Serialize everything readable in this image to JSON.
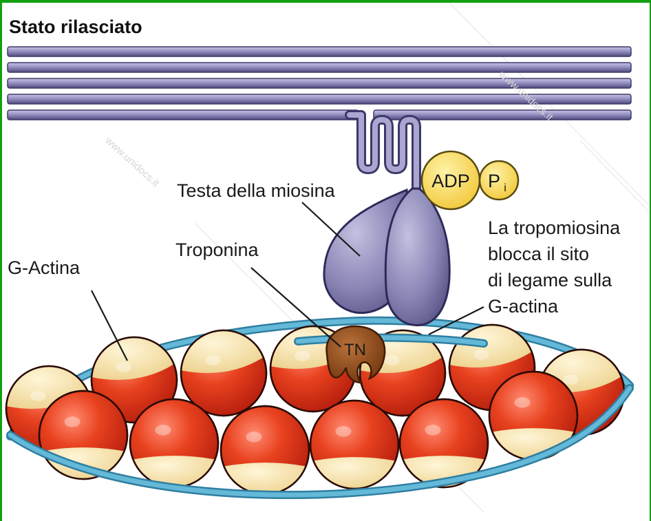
{
  "title": "Stato rilasciato",
  "labels": {
    "myosin_head": "Testa della miosina",
    "troponin": "Troponina",
    "g_actin": "G-Actina",
    "tropomyosin_line1": "La tropomiosina",
    "tropomyosin_line2": "blocca il sito",
    "tropomyosin_line3": "di legame sulla",
    "tropomyosin_line4": "G-actina"
  },
  "molecules": {
    "adp": "ADP",
    "pi": "P",
    "pi_subscript": "i",
    "tn": "TN"
  },
  "watermark": "www.unidocs.it",
  "colors": {
    "frame": "#12a012",
    "myosin": "#8c88b5",
    "actin_red": "#e23a1f",
    "actin_cream": "#f6e2a8",
    "tropomyosin": "#58b1d3",
    "adp_pi": "#f8d64e",
    "troponin": "#8e4e1e"
  }
}
